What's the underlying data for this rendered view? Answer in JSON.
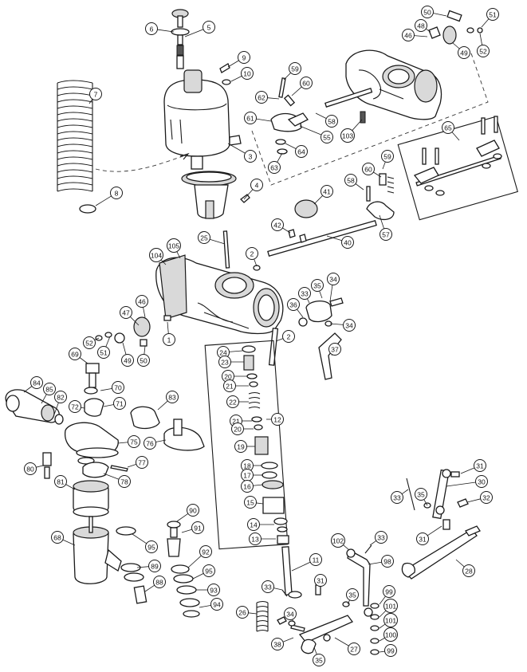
{
  "diagram": {
    "callouts": [
      {
        "id": "c-50-top",
        "label": "50"
      },
      {
        "id": "c-51-top",
        "label": "51"
      },
      {
        "id": "c-48",
        "label": "48"
      },
      {
        "id": "c-46-top",
        "label": "46"
      },
      {
        "id": "c-49-top",
        "label": "49"
      },
      {
        "id": "c-52-top",
        "label": "52"
      },
      {
        "id": "c-6",
        "label": "6"
      },
      {
        "id": "c-5",
        "label": "5"
      },
      {
        "id": "c-9",
        "label": "9"
      },
      {
        "id": "c-10",
        "label": "10"
      },
      {
        "id": "c-59-a",
        "label": "59"
      },
      {
        "id": "c-60-a",
        "label": "60"
      },
      {
        "id": "c-7",
        "label": "7"
      },
      {
        "id": "c-62",
        "label": "62"
      },
      {
        "id": "c-61",
        "label": "61"
      },
      {
        "id": "c-58-a",
        "label": "58"
      },
      {
        "id": "c-103",
        "label": "103"
      },
      {
        "id": "c-55",
        "label": "55"
      },
      {
        "id": "c-64",
        "label": "64"
      },
      {
        "id": "c-63",
        "label": "63"
      },
      {
        "id": "c-65",
        "label": "65"
      },
      {
        "id": "c-3",
        "label": "3"
      },
      {
        "id": "c-59-b",
        "label": "59"
      },
      {
        "id": "c-60-b",
        "label": "60"
      },
      {
        "id": "c-58-b",
        "label": "58"
      },
      {
        "id": "c-8",
        "label": "8"
      },
      {
        "id": "c-4",
        "label": "4"
      },
      {
        "id": "c-41",
        "label": "41"
      },
      {
        "id": "c-57",
        "label": "57"
      },
      {
        "id": "c-42",
        "label": "42"
      },
      {
        "id": "c-40",
        "label": "40"
      },
      {
        "id": "c-25",
        "label": "25"
      },
      {
        "id": "c-105",
        "label": "105"
      },
      {
        "id": "c-2-top",
        "label": "2"
      },
      {
        "id": "c-104",
        "label": "104"
      },
      {
        "id": "c-33-mid",
        "label": "33"
      },
      {
        "id": "c-35-mid",
        "label": "35"
      },
      {
        "id": "c-34-a",
        "label": "34"
      },
      {
        "id": "c-36",
        "label": "36"
      },
      {
        "id": "c-34-b",
        "label": "34"
      },
      {
        "id": "c-47",
        "label": "47"
      },
      {
        "id": "c-46-mid",
        "label": "46"
      },
      {
        "id": "c-52-mid",
        "label": "52"
      },
      {
        "id": "c-51-mid",
        "label": "51"
      },
      {
        "id": "c-1",
        "label": "1"
      },
      {
        "id": "c-2-mid",
        "label": "2"
      },
      {
        "id": "c-37",
        "label": "37"
      },
      {
        "id": "c-49-mid",
        "label": "49"
      },
      {
        "id": "c-50-mid",
        "label": "50"
      },
      {
        "id": "c-24",
        "label": "24"
      },
      {
        "id": "c-23",
        "label": "23"
      },
      {
        "id": "c-69",
        "label": "69"
      },
      {
        "id": "c-20-a",
        "label": "20"
      },
      {
        "id": "c-21-a",
        "label": "21"
      },
      {
        "id": "c-70",
        "label": "70"
      },
      {
        "id": "c-84",
        "label": "84"
      },
      {
        "id": "c-85",
        "label": "85"
      },
      {
        "id": "c-22",
        "label": "22"
      },
      {
        "id": "c-83",
        "label": "83"
      },
      {
        "id": "c-72",
        "label": "72"
      },
      {
        "id": "c-71",
        "label": "71"
      },
      {
        "id": "c-82",
        "label": "82"
      },
      {
        "id": "c-12",
        "label": "12"
      },
      {
        "id": "c-21-b",
        "label": "21"
      },
      {
        "id": "c-20-b",
        "label": "20"
      },
      {
        "id": "c-75",
        "label": "75"
      },
      {
        "id": "c-76",
        "label": "76"
      },
      {
        "id": "c-19",
        "label": "19"
      },
      {
        "id": "c-77",
        "label": "77"
      },
      {
        "id": "c-80",
        "label": "80"
      },
      {
        "id": "c-78",
        "label": "78"
      },
      {
        "id": "c-18",
        "label": "18"
      },
      {
        "id": "c-17",
        "label": "17"
      },
      {
        "id": "c-16",
        "label": "16"
      },
      {
        "id": "c-81",
        "label": "81"
      },
      {
        "id": "c-15",
        "label": "15"
      },
      {
        "id": "c-31-top",
        "label": "31"
      },
      {
        "id": "c-30",
        "label": "30"
      },
      {
        "id": "c-33-right",
        "label": "33"
      },
      {
        "id": "c-35-right",
        "label": "35"
      },
      {
        "id": "c-32",
        "label": "32"
      },
      {
        "id": "c-90",
        "label": "90"
      },
      {
        "id": "c-91",
        "label": "91"
      },
      {
        "id": "c-68",
        "label": "68"
      },
      {
        "id": "c-95-a",
        "label": "95"
      },
      {
        "id": "c-14",
        "label": "14"
      },
      {
        "id": "c-13",
        "label": "13"
      },
      {
        "id": "c-33-low",
        "label": "33"
      },
      {
        "id": "c-31-right",
        "label": "31"
      },
      {
        "id": "c-102",
        "label": "102"
      },
      {
        "id": "c-92",
        "label": "92"
      },
      {
        "id": "c-89",
        "label": "89"
      },
      {
        "id": "c-95-b",
        "label": "95"
      },
      {
        "id": "c-98",
        "label": "98"
      },
      {
        "id": "c-28",
        "label": "28"
      },
      {
        "id": "c-11",
        "label": "11"
      },
      {
        "id": "c-88",
        "label": "88"
      },
      {
        "id": "c-93",
        "label": "93"
      },
      {
        "id": "c-33-bot",
        "label": "33"
      },
      {
        "id": "c-31-bot",
        "label": "31"
      },
      {
        "id": "c-99-a",
        "label": "99"
      },
      {
        "id": "c-35-bot",
        "label": "35"
      },
      {
        "id": "c-101-a",
        "label": "101"
      },
      {
        "id": "c-94",
        "label": "94"
      },
      {
        "id": "c-26",
        "label": "26"
      },
      {
        "id": "c-34-bot",
        "label": "34"
      },
      {
        "id": "c-101-b",
        "label": "101"
      },
      {
        "id": "c-100",
        "label": "100"
      },
      {
        "id": "c-38",
        "label": "38"
      },
      {
        "id": "c-27",
        "label": "27"
      },
      {
        "id": "c-99-b",
        "label": "99"
      },
      {
        "id": "c-35-last",
        "label": "35"
      }
    ]
  }
}
